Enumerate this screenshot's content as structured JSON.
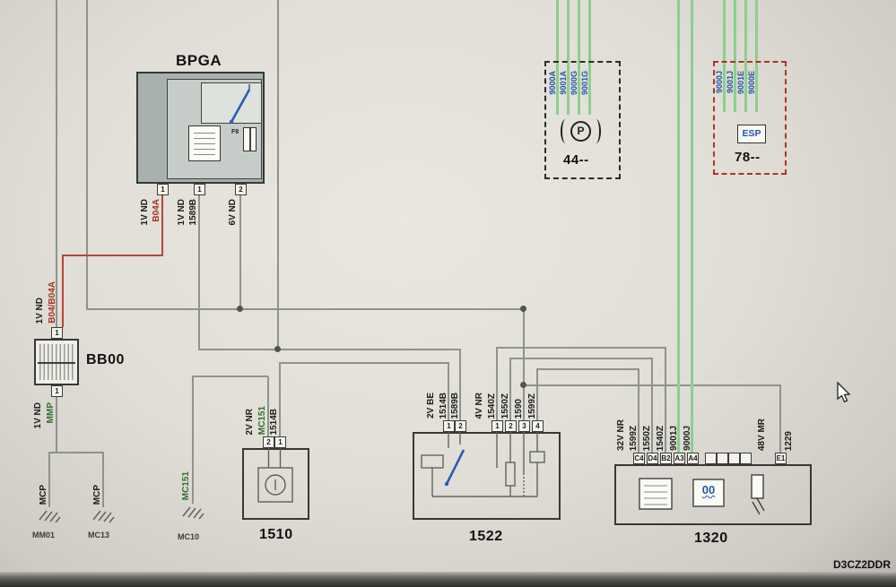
{
  "diagram_ref": "D3CZ2DDR",
  "bpga": {
    "title": "BPGA",
    "fuse_label": "F8",
    "pins": [
      "1",
      "1",
      "2"
    ],
    "wire_labels": [
      "1V ND",
      "B04A",
      "1V ND",
      "1589B",
      "6V ND"
    ]
  },
  "bb00": {
    "title": "BB00",
    "pin_top": "1",
    "pin_bottom": "1",
    "labels_above": [
      "1V ND",
      "B04/B04A"
    ],
    "labels_below": [
      "1V ND",
      "MMP"
    ],
    "grounds": [
      {
        "label": "MCP",
        "id": "MM01"
      },
      {
        "label": "MCP",
        "id": "MC13"
      }
    ]
  },
  "splice": {
    "label": "MC151",
    "ground_id": "MC10"
  },
  "comp1510": {
    "title": "1510",
    "connector": "2V NR",
    "pins": [
      "2",
      "1"
    ],
    "wires": [
      "MC151",
      "1514B"
    ]
  },
  "comp1522": {
    "title": "1522",
    "conn1": {
      "name": "2V BE",
      "pins": [
        "1",
        "2"
      ],
      "wires": [
        "1514B",
        "1589B"
      ]
    },
    "conn2": {
      "name": "4V NR",
      "pins": [
        "1",
        "2",
        "3",
        "4"
      ],
      "wires": [
        "1540Z",
        "1550Z",
        "1590",
        "1599Z"
      ]
    }
  },
  "comp1320": {
    "title": "1320",
    "conn1": {
      "name": "32V NR",
      "pins": [
        "C4",
        "D4",
        "B2",
        "A3",
        "A4"
      ],
      "wires": [
        "1599Z",
        "1550Z",
        "1540Z",
        "9001J",
        "9000J"
      ]
    },
    "conn2": {
      "name": "48V MR",
      "pin": "E1",
      "wire": "1229"
    },
    "gauge_label": "00"
  },
  "box44": {
    "title": "44--",
    "icon_label": "P",
    "wires": [
      "9000A",
      "9001A",
      "9000G",
      "9001G"
    ]
  },
  "box78": {
    "title": "78--",
    "icon_label": "ESP",
    "wires": [
      "9000J",
      "9001J",
      "9001E",
      "9000E"
    ]
  },
  "colors": {
    "wire_gray": "#8e938e",
    "wire_green": "#8ccf8c",
    "wire_red": "#b5453a",
    "label_blue": "#2356a6",
    "label_green": "#35702f",
    "label_red": "#a83528"
  }
}
